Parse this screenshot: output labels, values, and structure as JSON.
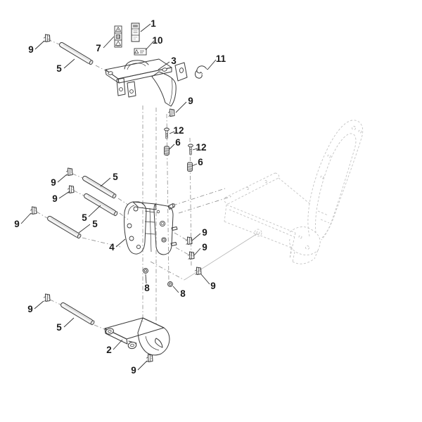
{
  "diagram": {
    "background_color": "#ffffff",
    "line_color": "#3a3a3a",
    "faint_color": "#c4c4c4",
    "axis_color": "#8a8a8a",
    "label_color": "#1a1a1a",
    "icons": {
      "part7": [
        "warning-triangle-icon",
        "manual-book-icon",
        "warning-triangle-icon"
      ],
      "part10": "warning-triangle-icon"
    },
    "callouts": [
      {
        "id": "1",
        "label": "1"
      },
      {
        "id": "7",
        "label": "7"
      },
      {
        "id": "10",
        "label": "10"
      },
      {
        "id": "3",
        "label": "3"
      },
      {
        "id": "11",
        "label": "11"
      },
      {
        "id": "9a",
        "label": "9"
      },
      {
        "id": "5a",
        "label": "5"
      },
      {
        "id": "9b",
        "label": "9"
      },
      {
        "id": "12a",
        "label": "12"
      },
      {
        "id": "6a",
        "label": "6"
      },
      {
        "id": "12b",
        "label": "12"
      },
      {
        "id": "6b",
        "label": "6"
      },
      {
        "id": "9c",
        "label": "9"
      },
      {
        "id": "9d",
        "label": "9"
      },
      {
        "id": "5b",
        "label": "5"
      },
      {
        "id": "5c",
        "label": "5"
      },
      {
        "id": "9e",
        "label": "9"
      },
      {
        "id": "5d",
        "label": "5"
      },
      {
        "id": "4",
        "label": "4"
      },
      {
        "id": "9f",
        "label": "9"
      },
      {
        "id": "9g",
        "label": "9"
      },
      {
        "id": "8a",
        "label": "8"
      },
      {
        "id": "8b",
        "label": "8"
      },
      {
        "id": "9h",
        "label": "9"
      },
      {
        "id": "9i",
        "label": "9"
      },
      {
        "id": "5e",
        "label": "5"
      },
      {
        "id": "2",
        "label": "2"
      },
      {
        "id": "9j",
        "label": "9"
      }
    ]
  }
}
